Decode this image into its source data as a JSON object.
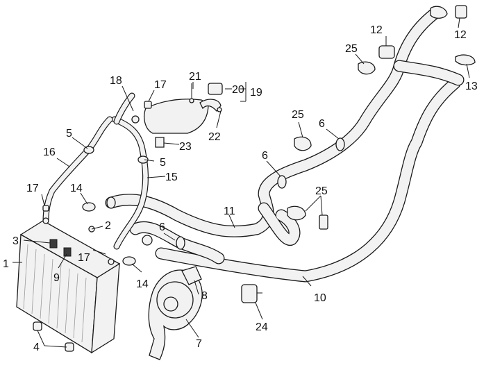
{
  "diagram": {
    "callouts": [
      {
        "id": "c1",
        "label": "1"
      },
      {
        "id": "c2",
        "label": "2"
      },
      {
        "id": "c3",
        "label": "3"
      },
      {
        "id": "c4",
        "label": "4"
      },
      {
        "id": "c5a",
        "label": "5"
      },
      {
        "id": "c5b",
        "label": "5"
      },
      {
        "id": "c6a",
        "label": "6"
      },
      {
        "id": "c6b",
        "label": "6"
      },
      {
        "id": "c6c",
        "label": "6"
      },
      {
        "id": "c7",
        "label": "7"
      },
      {
        "id": "c8",
        "label": "8"
      },
      {
        "id": "c9",
        "label": "9"
      },
      {
        "id": "c10",
        "label": "10"
      },
      {
        "id": "c11",
        "label": "11"
      },
      {
        "id": "c12a",
        "label": "12"
      },
      {
        "id": "c12b",
        "label": "12"
      },
      {
        "id": "c13",
        "label": "13"
      },
      {
        "id": "c14a",
        "label": "14"
      },
      {
        "id": "c14b",
        "label": "14"
      },
      {
        "id": "c15",
        "label": "15"
      },
      {
        "id": "c16",
        "label": "16"
      },
      {
        "id": "c17a",
        "label": "17"
      },
      {
        "id": "c17b",
        "label": "17"
      },
      {
        "id": "c17c",
        "label": "17"
      },
      {
        "id": "c18",
        "label": "18"
      },
      {
        "id": "c19",
        "label": "19"
      },
      {
        "id": "c20",
        "label": "20"
      },
      {
        "id": "c21",
        "label": "21"
      },
      {
        "id": "c22",
        "label": "22"
      },
      {
        "id": "c23",
        "label": "23"
      },
      {
        "id": "c24",
        "label": "24"
      },
      {
        "id": "c25a",
        "label": "25"
      },
      {
        "id": "c25b",
        "label": "25"
      },
      {
        "id": "c25c",
        "label": "25"
      }
    ]
  }
}
